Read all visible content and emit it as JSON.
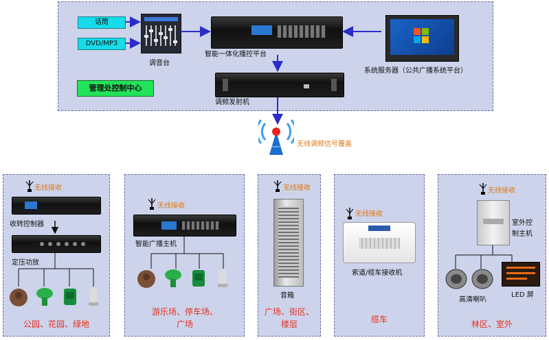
{
  "colors": {
    "panel_bg": "#ccd3ea",
    "panel_border": "#6e6aa8",
    "arrow": "#2c2cc8",
    "caption": "#e83020",
    "wireless": "#e07818",
    "source_box": "#17dbe8",
    "control_center_box": "#22e35a"
  },
  "top": {
    "sources": [
      "话筒",
      "DVD/MP3"
    ],
    "mixer_label": "调音台",
    "controller_label": "智能一体化播控平台",
    "server_label": "系统服务器（公共广播系统平台）",
    "transmitter_label": "调频发射机",
    "control_center": "管理处控制中心",
    "coverage_label": "无线调频信号覆盖"
  },
  "zones": [
    {
      "wireless": "无线接收",
      "device1": "收转控制器",
      "device2": "定压功放",
      "caption": "公园、花园、绿地"
    },
    {
      "wireless": "无线接收",
      "device1": "智能广播主机",
      "caption": "游乐场、停车场、广场"
    },
    {
      "wireless": "无线接收",
      "device1": "音箱",
      "caption": "广场、街区、楼层"
    },
    {
      "wireless": "无线接收",
      "device1": "索道/缆车接收机",
      "caption": "缆车"
    },
    {
      "wireless": "无线接收",
      "device1": "室外控制主机",
      "device2": "高清喇叭",
      "device3": "LED 屏",
      "caption": "林区、室外"
    }
  ]
}
